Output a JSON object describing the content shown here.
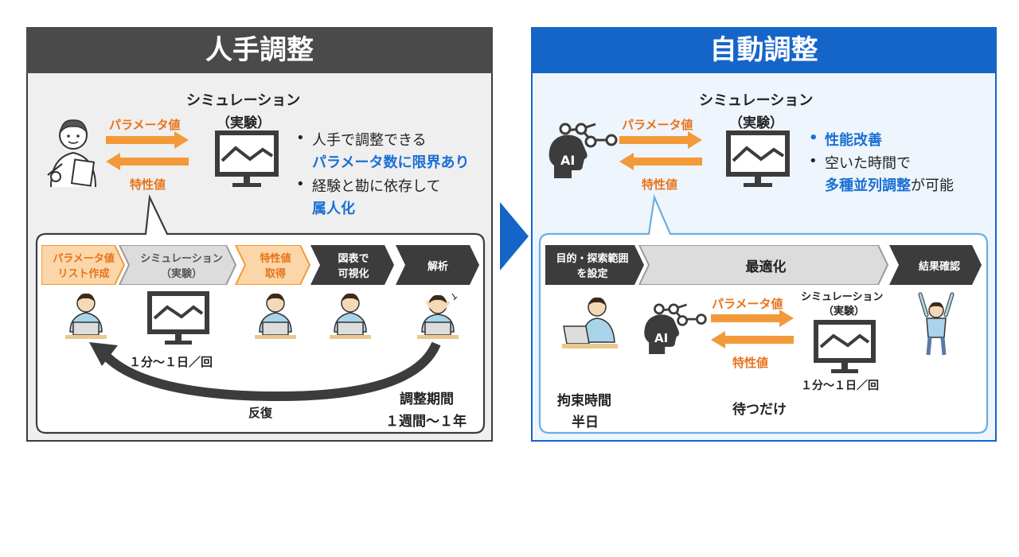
{
  "manual": {
    "title": "人手調整",
    "sim_label_1": "シミュレーション",
    "sim_label_2": "（実験）",
    "param_label": "パラメータ値",
    "char_label": "特性値",
    "bullet1_line1": "人手で調整できる",
    "bullet1_line2": "パラメータ数に限界あり",
    "bullet2_line1": "経験と勘に依存して",
    "bullet2_line2": "属人化",
    "steps": [
      {
        "line1": "パラメータ値",
        "line2": "リスト作成"
      },
      {
        "line1": "シミュレーション",
        "line2": "（実験）"
      },
      {
        "line1": "特性値",
        "line2": "取得"
      },
      {
        "line1": "図表で",
        "line2": "可視化"
      },
      {
        "line1": "解析",
        "line2": ""
      }
    ],
    "per_run": "１分～１日／回",
    "repeat": "反復",
    "period_label": "調整期間",
    "period_value": "１週間～１年"
  },
  "auto": {
    "title": "自動調整",
    "sim_label_1": "シミュレーション",
    "sim_label_2": "（実験）",
    "param_label": "パラメータ値",
    "char_label": "特性値",
    "ai_label": "AI",
    "bullet1": "性能改善",
    "bullet2_line1": "空いた時間で",
    "bullet2_line2_em": "多種並列調整",
    "bullet2_line2_rest": "が可能",
    "steps": [
      {
        "line1": "目的・探索範囲",
        "line2": "を設定"
      },
      {
        "line1": "最適化",
        "line2": ""
      },
      {
        "line1": "結果確認",
        "line2": ""
      }
    ],
    "inner_sim_1": "シミュレーション",
    "inner_sim_2": "（実験）",
    "inner_param": "パラメータ値",
    "inner_char": "特性値",
    "inner_ai": "AI",
    "per_run": "１分～１日／回",
    "wait": "待つだけ",
    "bind_label": "拘束時間",
    "bind_value": "半日"
  },
  "colors": {
    "manual_header": "#4a4a4a",
    "auto_header": "#1565c9",
    "orange": "#f29a3a",
    "blue_text": "#1a6fd6",
    "dark": "#3c3c3c"
  }
}
